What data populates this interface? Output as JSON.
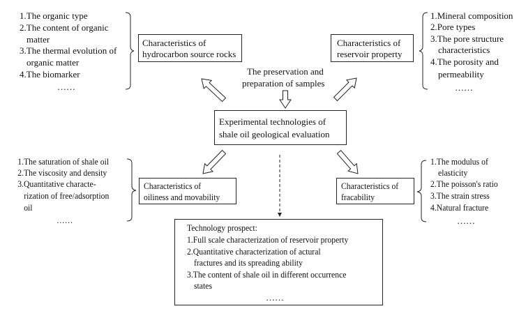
{
  "center": {
    "line1": "Experimental technologies of",
    "line2": "shale oil geological evaluation"
  },
  "preservation": {
    "line1": "The preservation and",
    "line2": "preparation of samples"
  },
  "source_rocks": {
    "title1": "Characteristics of",
    "title2": "hydrocarbon source rocks",
    "items": [
      "1.The organic type",
      "2.The content of organic",
      "matter",
      "3.The  thermal evolution of",
      "organic matter",
      "4.The biomarker",
      "……"
    ]
  },
  "reservoir": {
    "title1": "Characteristics of",
    "title2": "reservoir property",
    "items": [
      "1.Mineral composition",
      "2.Pore types",
      "3.The pore structure",
      "characteristics",
      "4.The porosity and",
      "permeability",
      "……"
    ]
  },
  "oiliness": {
    "title1": "Characteristics  of",
    "title2": "oiliness and movability",
    "items": [
      "1.The saturation of shale oil",
      "2.The viscosity and density",
      "3.Quantitative characte-",
      "rization of free/adsorption",
      "oil",
      "……"
    ]
  },
  "fracability": {
    "title1": "Characteristics of",
    "title2": "fracability",
    "items": [
      "1.The modulus of",
      "elasticity",
      "2.The poisson's ratio",
      "3.The strain stress",
      "4.Natural fracture",
      "……"
    ]
  },
  "prospect": {
    "items": [
      "Technology prospect:",
      "1.Full scale characterization of reservoir property",
      "2.Quantitative characterization of actural",
      "fractures and its spreading ability",
      "3.The content of shale oil in different occurrence",
      "states",
      "……"
    ]
  }
}
